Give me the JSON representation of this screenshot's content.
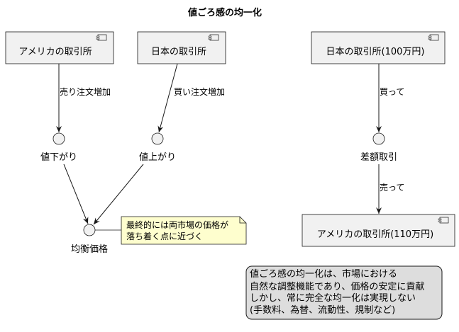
{
  "title": "値ごろ感の均一化",
  "components": {
    "us_exchange": "アメリカの取引所",
    "jp_exchange": "日本の取引所",
    "jp_exchange_100": "日本の取引所(100万円)",
    "us_exchange_110": "アメリカの取引所(110万円)"
  },
  "nodes": {
    "price_down": "値下がり",
    "price_up": "値上がり",
    "equalized_price": "均衡価格",
    "arbitrage": "差額取引"
  },
  "edges": {
    "sell_orders_increase": "売り注文増加",
    "buy_orders_increase": "買い注文増加",
    "buy": "買って",
    "sell": "売って"
  },
  "note_small": [
    "最終的には両市場の価格が",
    "落ち着く点に近づく"
  ],
  "note_large": [
    "値ごろ感の均一化は、市場における",
    "自然な調整機能であり、価格の安定に貢献",
    "しかし、常に完全な均一化は実現しない",
    "(手数料、為替、流動性、規制など)"
  ],
  "colors": {
    "box_fill": "#f1f1f1",
    "box_stroke": "#181818",
    "note_fill": "#fefece",
    "legend_fill": "#dddddd"
  }
}
